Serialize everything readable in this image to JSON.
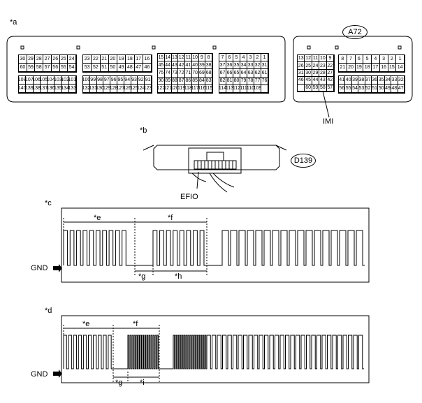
{
  "section_a": {
    "label": "*a",
    "connector_id": "A72",
    "pin_label": "IMI",
    "blocks": [
      {
        "rows": [
          [
            "30",
            "29",
            "28",
            "27",
            "26",
            "25",
            "24"
          ],
          [
            "60",
            "59",
            "58",
            "57",
            "56",
            "55",
            "54"
          ]
        ]
      },
      {
        "rows": [
          [
            "108",
            "107",
            "106",
            "105",
            "104",
            "103",
            "102",
            "101"
          ],
          [
            "140",
            "139",
            "138",
            "137",
            "136",
            "135",
            "134",
            "133"
          ]
        ]
      },
      {
        "rows": [
          [
            "23",
            "22",
            "21",
            "20",
            "19",
            "18",
            "17",
            "16"
          ],
          [
            "53",
            "52",
            "51",
            "50",
            "49",
            "48",
            "47",
            "46"
          ]
        ]
      },
      {
        "rows": [
          [
            "100",
            "99",
            "98",
            "97",
            "96",
            "95",
            "94",
            "93",
            "92",
            "91"
          ],
          [
            "132",
            "131",
            "130",
            "129",
            "128",
            "127",
            "126",
            "125",
            "124",
            "123"
          ]
        ]
      },
      {
        "rows": [
          [
            "15",
            "14",
            "13",
            "12",
            "11",
            "10",
            "9",
            "8"
          ],
          [
            "45",
            "44",
            "43",
            "42",
            "41",
            "40",
            "39",
            "38"
          ],
          [
            "75",
            "74",
            "73",
            "72",
            "71",
            "70",
            "69",
            "68"
          ],
          [
            "90",
            "89",
            "88",
            "87",
            "86",
            "85",
            "84",
            "83"
          ],
          [
            "122",
            "121",
            "120",
            "119",
            "118",
            "117",
            "116",
            "115"
          ]
        ]
      },
      {
        "rows": [
          [
            "7",
            "6",
            "5",
            "4",
            "3",
            "2",
            "1"
          ],
          [
            "37",
            "36",
            "35",
            "34",
            "33",
            "32",
            "31"
          ],
          [
            "67",
            "66",
            "65",
            "64",
            "63",
            "62",
            "61"
          ],
          [
            "82",
            "81",
            "80",
            "79",
            "78",
            "77",
            "76"
          ],
          [
            "114",
            "113",
            "112",
            "111",
            "110",
            "109",
            ""
          ]
        ]
      },
      {
        "rows": [
          [
            "13",
            "12",
            "11",
            "10",
            "9"
          ],
          [
            "26",
            "25",
            "24",
            "23",
            "22"
          ],
          [
            "31",
            "30",
            "29",
            "28",
            "27"
          ],
          [
            "46",
            "45",
            "44",
            "43",
            "42"
          ],
          [
            "",
            "60",
            "59",
            "58",
            "57"
          ]
        ]
      },
      {
        "rows": [
          [
            "8",
            "7",
            "6",
            "5",
            "4",
            "3",
            "2",
            "1"
          ],
          [
            "21",
            "20",
            "19",
            "18",
            "17",
            "16",
            "15",
            "14"
          ]
        ]
      },
      {
        "rows": [
          [
            "41",
            "40",
            "39",
            "38",
            "37",
            "36",
            "35",
            "34",
            "33",
            "32"
          ],
          [
            "56",
            "55",
            "54",
            "53",
            "52",
            "51",
            "50",
            "49",
            "48",
            "47"
          ]
        ]
      }
    ]
  },
  "section_b": {
    "label": "*b",
    "connector_id": "D139",
    "pin_label": "EFIO"
  },
  "section_c": {
    "label": "*c",
    "gnd": "GND",
    "e": "*e",
    "f": "*f",
    "g": "*g",
    "h": "*h"
  },
  "section_d": {
    "label": "*d",
    "gnd": "GND",
    "e": "*e",
    "f": "*f",
    "g": "*g",
    "i": "*i"
  }
}
